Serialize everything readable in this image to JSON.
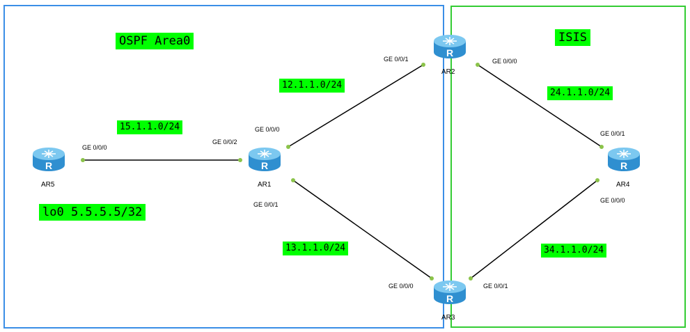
{
  "areas": {
    "ospf": {
      "label": "OSPF Area0",
      "border_color": "#3a8ee6"
    },
    "isis": {
      "label": "ISIS",
      "border_color": "#33cc33"
    }
  },
  "routers": {
    "ar1": "AR1",
    "ar2": "AR2",
    "ar3": "AR3",
    "ar4": "AR4",
    "ar5": "AR5"
  },
  "networks": {
    "n12": "12.1.1.0/24",
    "n13": "13.1.1.0/24",
    "n15": "15.1.1.0/24",
    "n24": "24.1.1.0/24",
    "n34": "34.1.1.0/24",
    "loopback": "lo0 5.5.5.5/32"
  },
  "ports": {
    "ar5_g000": "GE 0/0/0",
    "ar1_g002": "GE 0/0/2",
    "ar1_g000": "GE 0/0/0",
    "ar1_g001": "GE 0/0/1",
    "ar2_g001": "GE 0/0/1",
    "ar2_g000": "GE 0/0/0",
    "ar4_g001": "GE 0/0/1",
    "ar4_g000": "GE 0/0/0",
    "ar3_g000": "GE 0/0/0",
    "ar3_g001": "GE 0/0/1"
  },
  "colors": {
    "label_bg": "#00ff00",
    "link": "#000000",
    "endpoint": "#8bc34a",
    "router_body": "#2f8fd0",
    "router_top": "#7cc8f0"
  }
}
